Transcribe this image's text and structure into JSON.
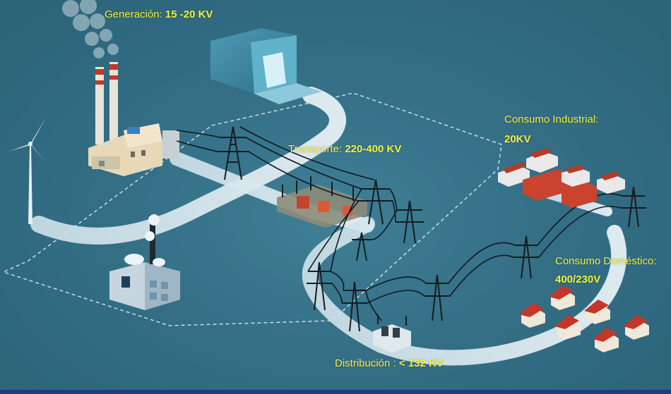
{
  "labels": {
    "generation": {
      "name": "Generación:",
      "value": "15 -20 KV"
    },
    "transport": {
      "name": "Transporte:",
      "value": "220-400 KV"
    },
    "industrial": {
      "name": "Consumo Industrial:",
      "value": "20KV"
    },
    "domestic": {
      "name": "Consumo Doméstico:",
      "value": "400/230V"
    },
    "distribution": {
      "name": "Distribución :",
      "value": "< 132 KV"
    }
  },
  "colors": {
    "background": "#346f86",
    "label_text": "#f2f23a",
    "road": "#d6e6ee",
    "power_line": "#101820"
  },
  "icons": [
    "wind-turbine-icon",
    "thermal-power-plant-icon",
    "hydro-dam-icon",
    "transmission-tower-icon",
    "substation-icon",
    "telecom-building-icon",
    "factory-icon",
    "house-icon"
  ]
}
